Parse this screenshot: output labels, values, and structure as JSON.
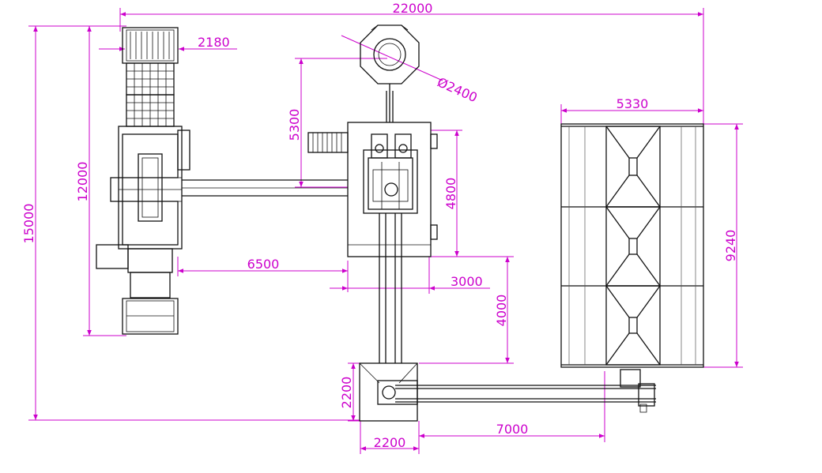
{
  "dimensions": {
    "overall_width": "22000",
    "overall_height": "15000",
    "left_line_height": "12000",
    "left_line_width": "2180",
    "manipulator_diameter": "Ø2400",
    "manipulator_offset": "5300",
    "center_machine_height": "4800",
    "gap_left_center": "6500",
    "center_offset": "3000",
    "conveyor_length_vertical": "4000",
    "store_width": "5330",
    "store_height": "9240",
    "bottom_unit_height": "2200",
    "bottom_unit_width": "2200",
    "bottom_conveyor_length": "7000"
  },
  "colors": {
    "dimension": "#cc00cc",
    "machine": "#111111"
  }
}
